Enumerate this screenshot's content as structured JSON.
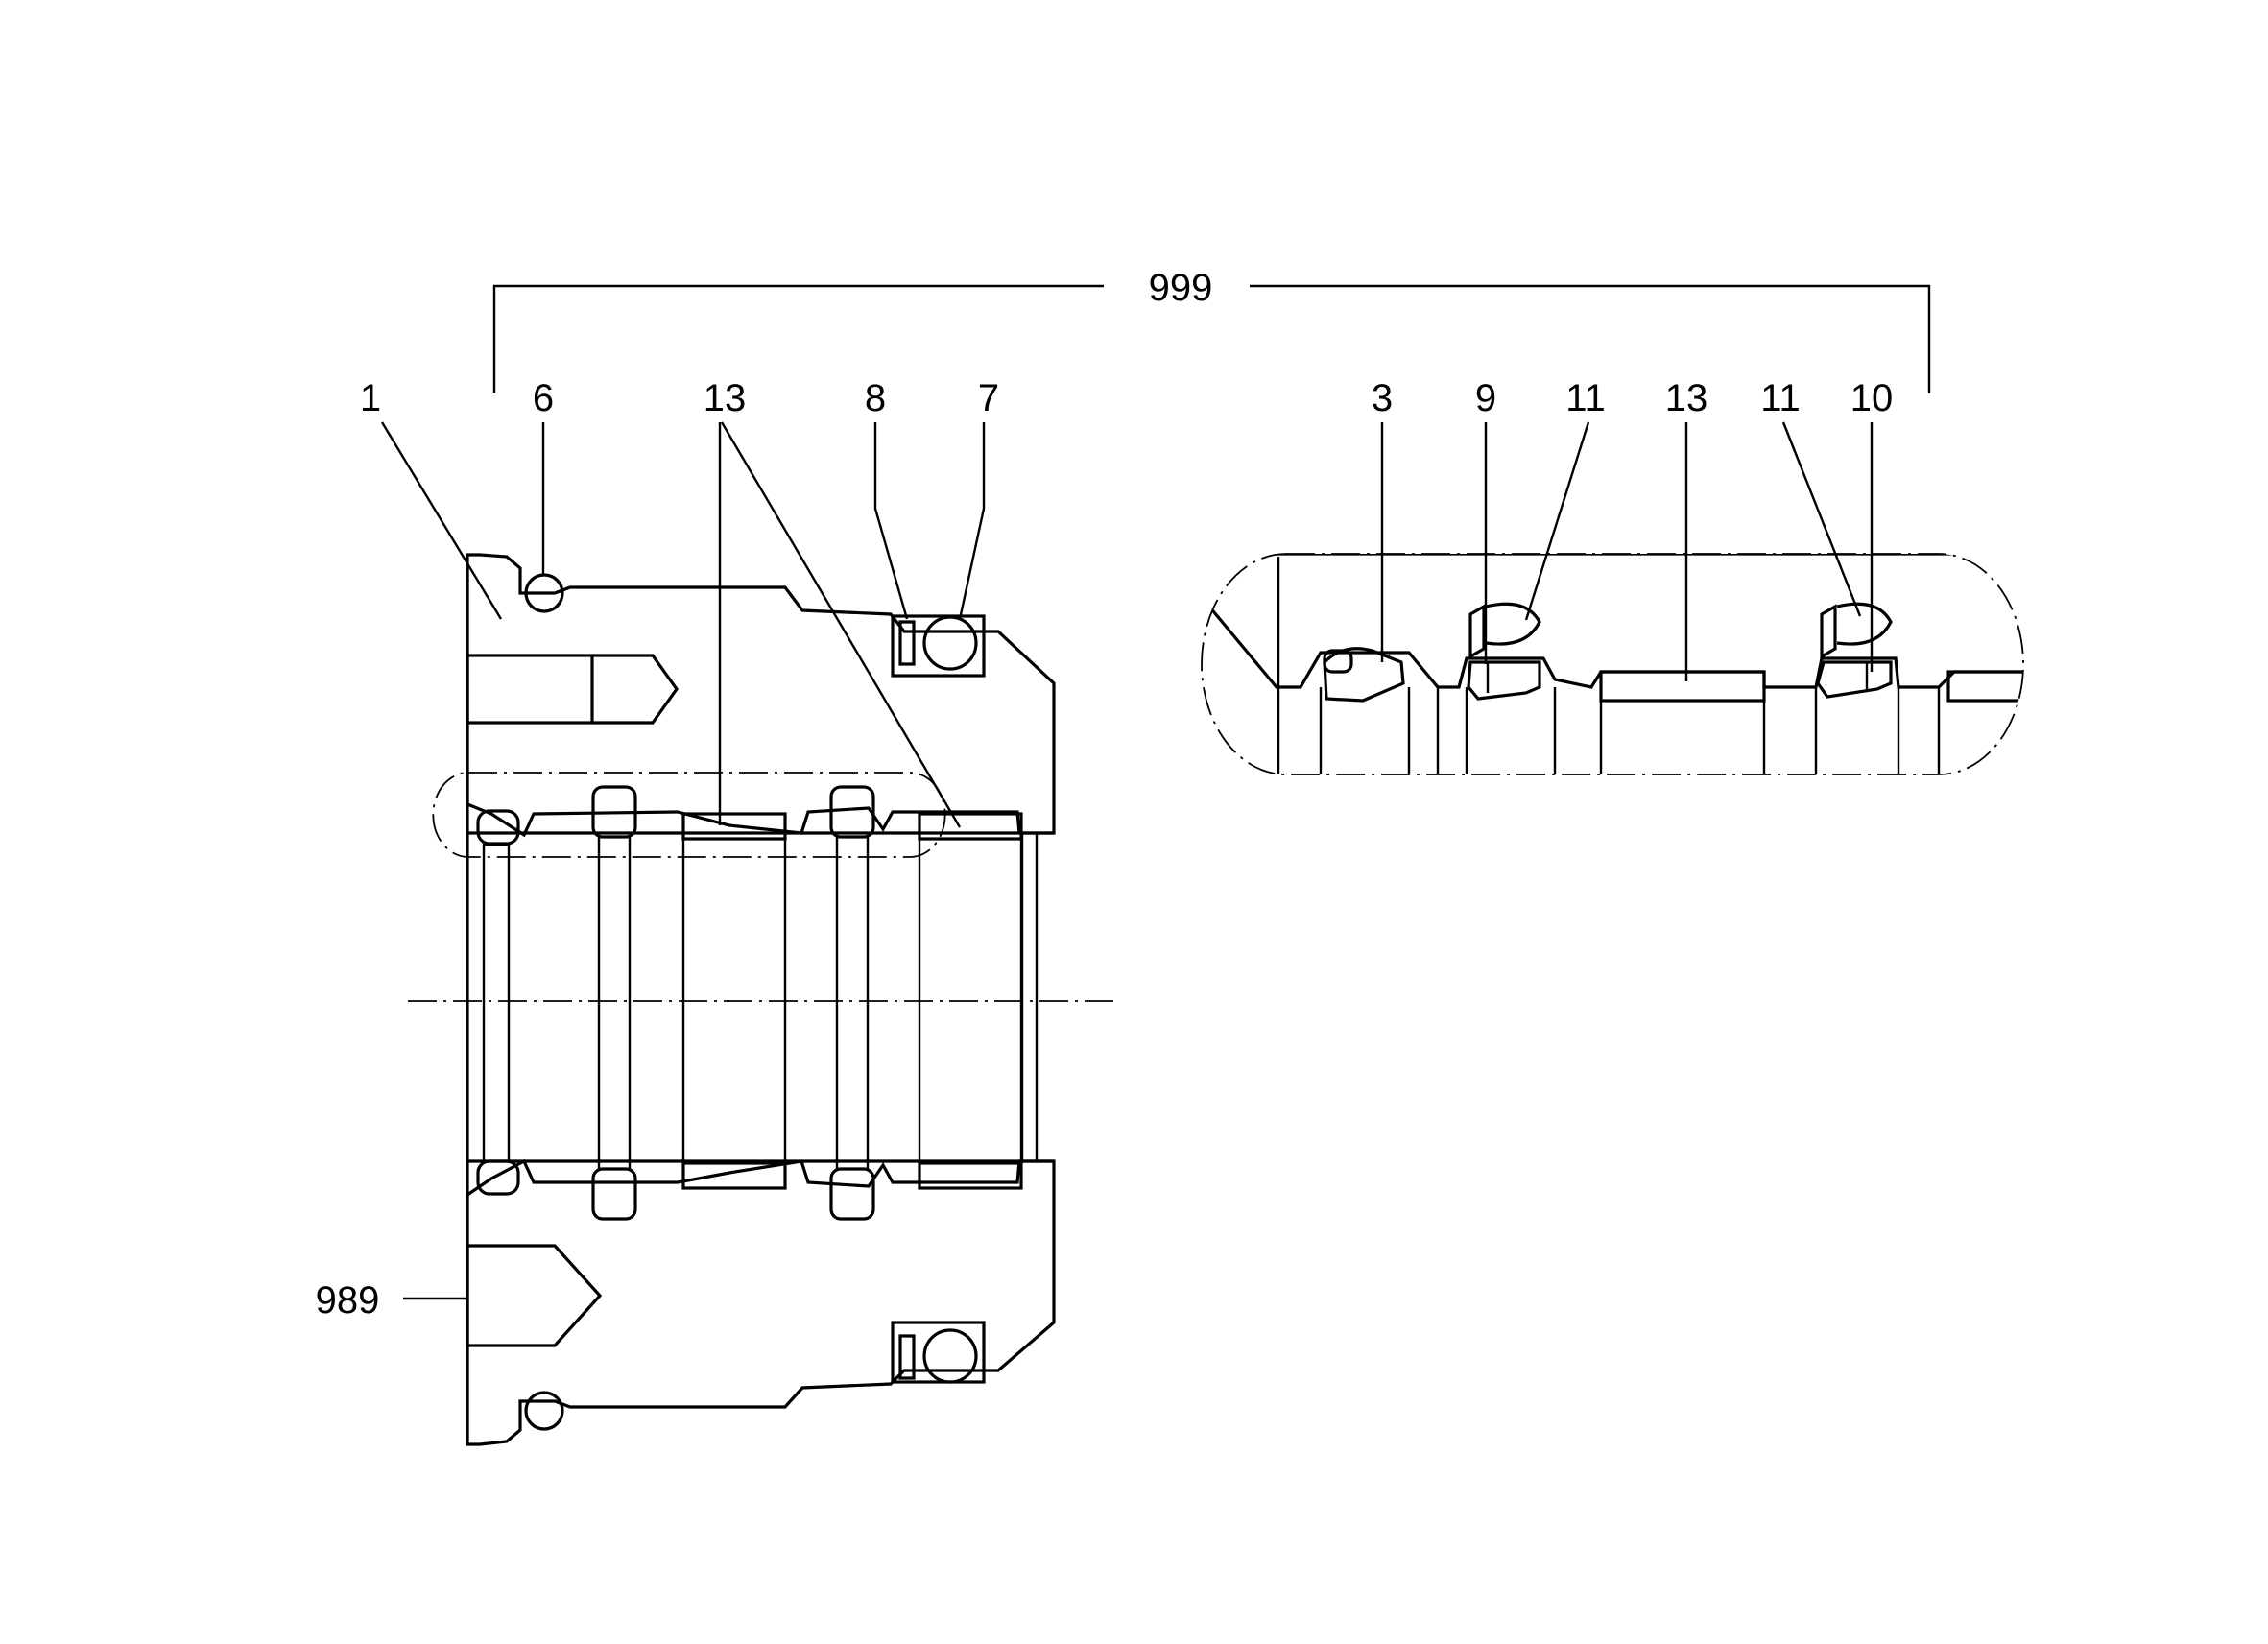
{
  "labels": {
    "assembly": "999",
    "left": {
      "l1": "1",
      "l6": "6",
      "l13": "13",
      "l8": "8",
      "l7": "7",
      "l989": "989"
    },
    "detail": {
      "d3": "3",
      "d9": "9",
      "d11a": "11",
      "d13": "13",
      "d11b": "11",
      "d10": "10"
    }
  }
}
